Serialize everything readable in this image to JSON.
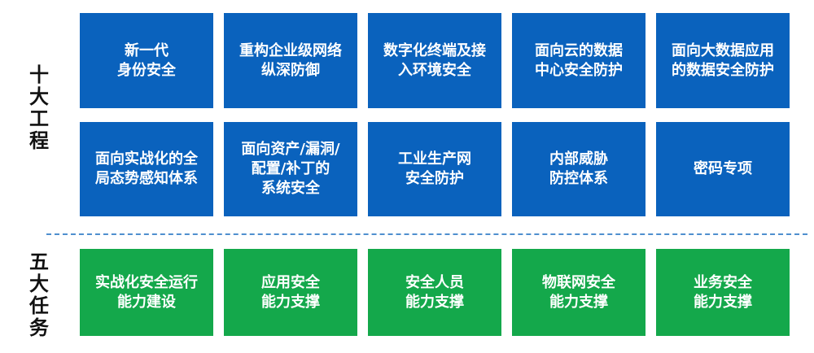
{
  "labels": {
    "projects": "十大工程",
    "tasks": "五大任务"
  },
  "colors": {
    "project_box": "#0A62BD",
    "task_box": "#14A84B",
    "divider": "#4F8FCF"
  },
  "projects": [
    "新一代\n身份安全",
    "重构企业级网络\n纵深防御",
    "数字化终端及接\n入环境安全",
    "面向云的数据\n中心安全防护",
    "面向大数据应用\n的数据安全防护",
    "面向实战化的全\n局态势感知体系",
    "面向资产/漏洞/\n配置/补丁的\n系统安全",
    "工业生产网\n安全防护",
    "内部威胁\n防控体系",
    "密码专项"
  ],
  "tasks": [
    "实战化安全运行\n能力建设",
    "应用安全\n能力支撑",
    "安全人员\n能力支撑",
    "物联网安全\n能力支撑",
    "业务安全\n能力支撑"
  ]
}
